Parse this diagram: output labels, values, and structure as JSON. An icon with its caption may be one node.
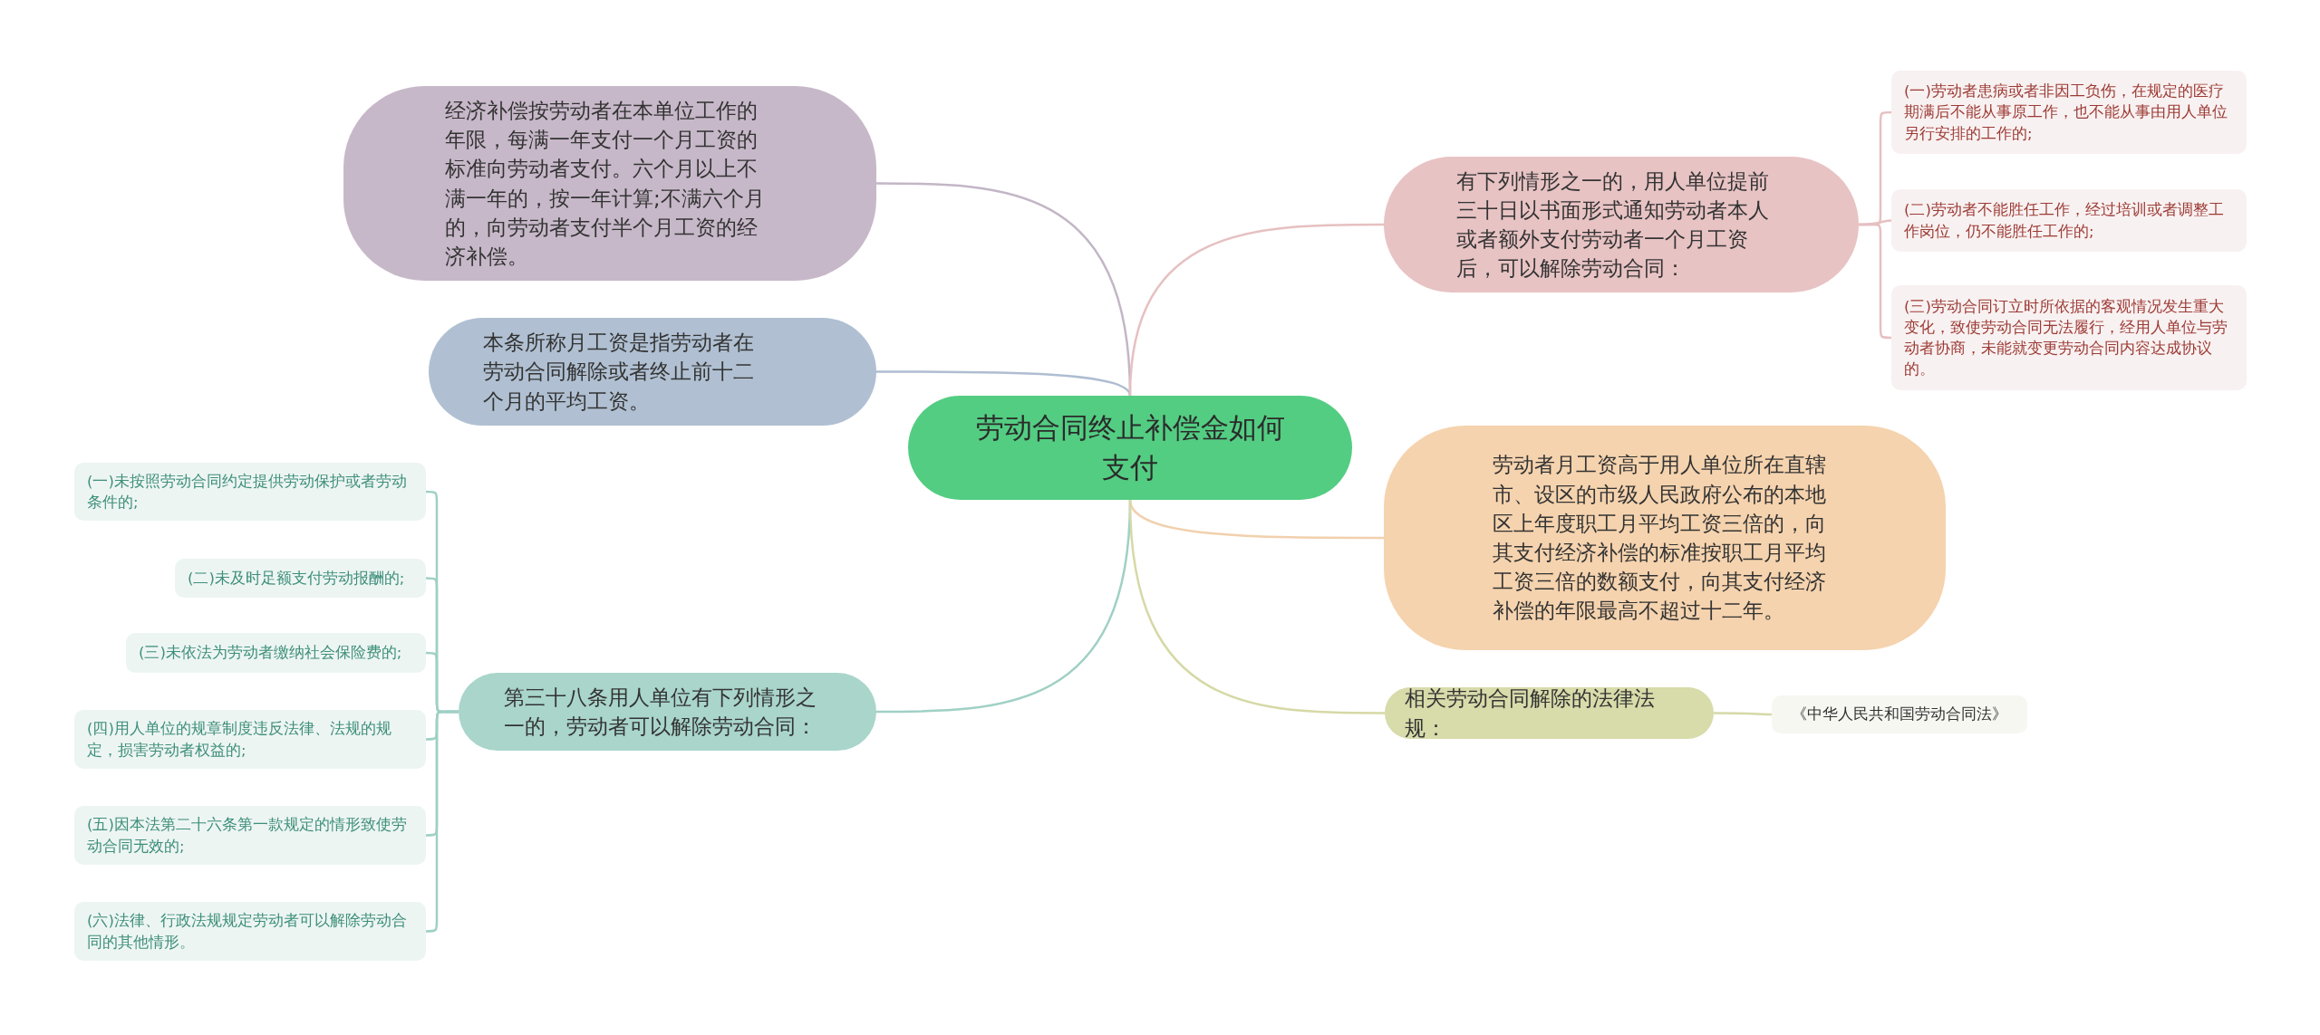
{
  "diagram": {
    "nodes": [
      {
        "text": [
          "劳动合同终止补偿金如何支付"
        ]
      },
      {
        "text": [
          "经济补偿按劳动者在本单位工作的年限，每满一年支付一个月工资的标准向劳动者支付。六个月以上不满一年的，按一年计算;不满六个月的，向劳动者支付半个月工资的经济补偿。"
        ]
      },
      {
        "text": [
          "本条所称月工资是指劳动者在劳动合同解除或者终止前十二个月的平均工资。"
        ]
      },
      {
        "text": [
          "第三十八条用人单位有下列情形之一的，劳动者可以解除劳动合同："
        ]
      },
      {
        "text": [
          "(一)未按照劳动合同约定提供劳动保护或者劳动条件的;"
        ]
      },
      {
        "text": [
          "(二)未及时足额支付劳动报酬的;"
        ]
      },
      {
        "text": [
          "(三)未依法为劳动者缴纳社会保险费的;"
        ]
      },
      {
        "text": [
          "(四)用人单位的规章制度违反法律、法规的规定，损害劳动者权益的;"
        ]
      },
      {
        "text": [
          "(五)因本法第二十六条第一款规定的情形致使劳动合同无效的;"
        ]
      },
      {
        "text": [
          "(六)法律、行政法规规定劳动者可以解除劳动合同的其他情形。"
        ]
      },
      {
        "text": [
          "有下列情形之一的，用人单位提前三十日以书面形式通知劳动者本人或者额外支付劳动者一个月工资后，可以解除劳动合同："
        ]
      },
      {
        "text": [
          "(一)劳动者患病或者非因工负伤，在规定的医疗期满后不能从事原工作，也不能从事由用人单位另行安排的工作的;"
        ]
      },
      {
        "text": [
          "(二)劳动者不能胜任工作，经过培训或者调整工作岗位，仍不能胜任工作的;"
        ]
      },
      {
        "text": [
          "(三)劳动合同订立时所依据的客观情况发生重大变化，致使劳动合同无法履行，经用人单位与劳动者协商，未能就变更劳动合同内容达成协议的。"
        ]
      },
      {
        "text": [
          "劳动者月工资高于用人单位所在直辖市、设区的市级人民政府公布的本地区上年度职工月平均工资三倍的，向其支付经济补偿的标准按职工月平均工资三倍的数额支付，向其支付经济补偿的年限最高不超过十二年。"
        ]
      },
      {
        "text": [
          "相关劳动合同解除的法律法规："
        ]
      },
      {
        "text": [
          "《中华人民共和国劳动合同法》"
        ]
      }
    ],
    "edges": [
      {
        "from": 0,
        "to": 1,
        "arrow": "none",
        "color": "#c3b6c6"
      },
      {
        "from": 0,
        "to": 2,
        "arrow": "none",
        "color": "#aebdd0"
      },
      {
        "from": 0,
        "to": 3,
        "arrow": "none",
        "color": "#9fd0c5"
      },
      {
        "from": 3,
        "to": 4,
        "arrow": "none",
        "color": "#9fd0c5"
      },
      {
        "from": 3,
        "to": 5,
        "arrow": "none",
        "color": "#9fd0c5"
      },
      {
        "from": 3,
        "to": 6,
        "arrow": "none",
        "color": "#9fd0c5"
      },
      {
        "from": 3,
        "to": 7,
        "arrow": "none",
        "color": "#9fd0c5"
      },
      {
        "from": 3,
        "to": 8,
        "arrow": "none",
        "color": "#9fd0c5"
      },
      {
        "from": 3,
        "to": 9,
        "arrow": "none",
        "color": "#9fd0c5"
      },
      {
        "from": 0,
        "to": 10,
        "arrow": "none",
        "color": "#e6c0c1"
      },
      {
        "from": 10,
        "to": 11,
        "arrow": "none",
        "color": "#e6c0c1"
      },
      {
        "from": 10,
        "to": 12,
        "arrow": "none",
        "color": "#e6c0c1"
      },
      {
        "from": 10,
        "to": 13,
        "arrow": "none",
        "color": "#e6c0c1"
      },
      {
        "from": 0,
        "to": 14,
        "arrow": "none",
        "color": "#f1d0ad"
      },
      {
        "from": 0,
        "to": 15,
        "arrow": "none",
        "color": "#d6d9a6"
      },
      {
        "from": 15,
        "to": 16,
        "arrow": "none",
        "color": "#d6d9a6"
      }
    ]
  }
}
